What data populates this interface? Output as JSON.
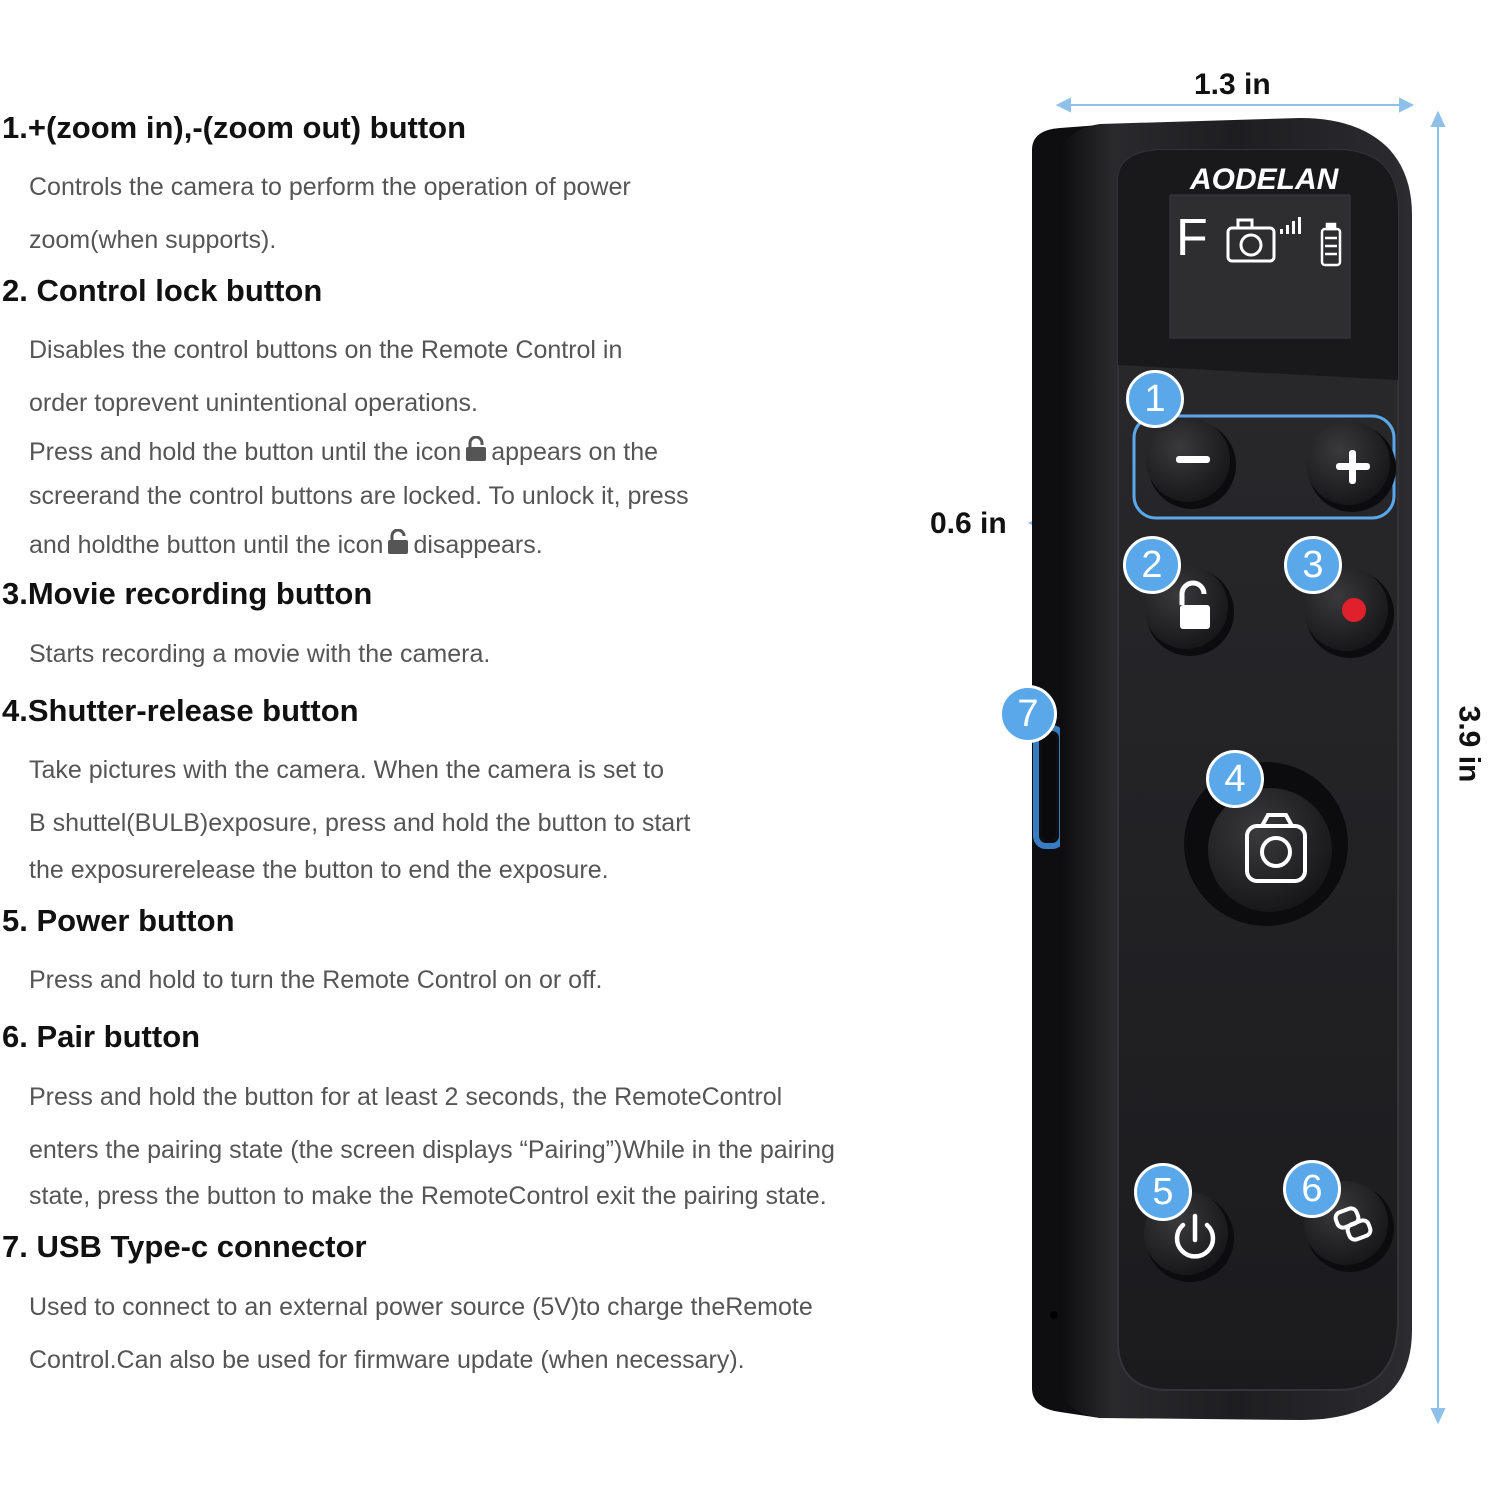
{
  "sections": [
    {
      "title": "1.+(zoom in),-(zoom out) button",
      "lines": [
        "Controls the camera to perform the operation of power",
        "zoom(when supports)."
      ]
    },
    {
      "title": "2. Control lock button",
      "lines": [
        "Disables the control buttons on the Remote Control in",
        "order toprevent unintentional operations.",
        "Press and hold the button until the icon",
        "appears on the",
        "screerand the control buttons are locked. To unlock it, press",
        "and holdthe button until the icon",
        "disappears."
      ]
    },
    {
      "title": "3.Movie recording button",
      "lines": [
        "Starts recording a movie with the camera."
      ]
    },
    {
      "title": "4.Shutter-release button",
      "lines": [
        "Take pictures with the camera. When the camera is set to",
        "B shuttel(BULB)exposure, press and hold the button to start",
        "the exposurerelease the button to end the exposure."
      ]
    },
    {
      "title": "5. Power button",
      "lines": [
        "Press and hold to turn the Remote Control on or off."
      ]
    },
    {
      "title": "6. Pair button",
      "lines": [
        "Press and hold the button for at least 2 seconds, the RemoteControl",
        "enters the pairing state (the screen displays “Pairing”)While in the pairing",
        "state, press the button to make the RemoteControl exit the pairing state."
      ]
    },
    {
      "title": "7. USB Type-c connector",
      "lines": [
        "Used to connect to an external power source (5V)to charge theRemote",
        "Control.Can also be used for firmware update (when necessary)."
      ]
    }
  ],
  "device": {
    "brand": "AODELAN",
    "screen_mode": "F",
    "dim_width": "1.3 in",
    "dim_height": "3.9 in",
    "dim_thickness": "0.6 in",
    "badges": [
      "1",
      "2",
      "3",
      "4",
      "5",
      "6",
      "7"
    ]
  },
  "colors": {
    "accent": "#5aa8ea",
    "device_body": "#1f1f21",
    "record_dot": "#e0202a"
  }
}
